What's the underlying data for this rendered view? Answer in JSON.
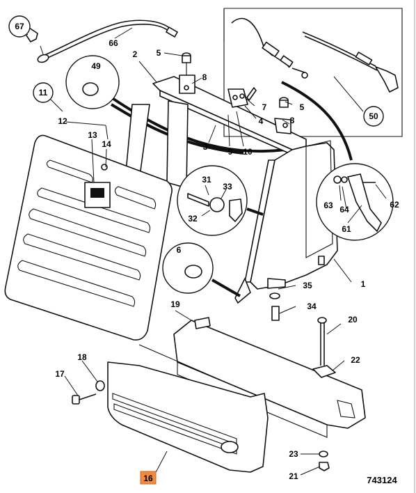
{
  "figure": {
    "number": "743124",
    "highlight_color": "#f28a3c",
    "border_color": "#c8c8c8"
  },
  "callouts": {
    "c1": "1",
    "c2": "2",
    "c3": "3",
    "c4": "4",
    "c5a": "5",
    "c5b": "5",
    "c6": "6",
    "c7": "7",
    "c8a": "8",
    "c8b": "8",
    "c9": "9",
    "c10": "10",
    "c11": "11",
    "c12": "12",
    "c13": "13",
    "c14": "14",
    "c16": "16",
    "c17": "17",
    "c18": "18",
    "c19": "19",
    "c20": "20",
    "c21": "21",
    "c22": "22",
    "c23": "23",
    "c31": "31",
    "c32": "32",
    "c33": "33",
    "c34": "34",
    "c35": "35",
    "c49": "49",
    "c50": "50",
    "c61": "61",
    "c62": "62",
    "c63": "63",
    "c64": "64",
    "c66": "66",
    "c67": "67"
  }
}
